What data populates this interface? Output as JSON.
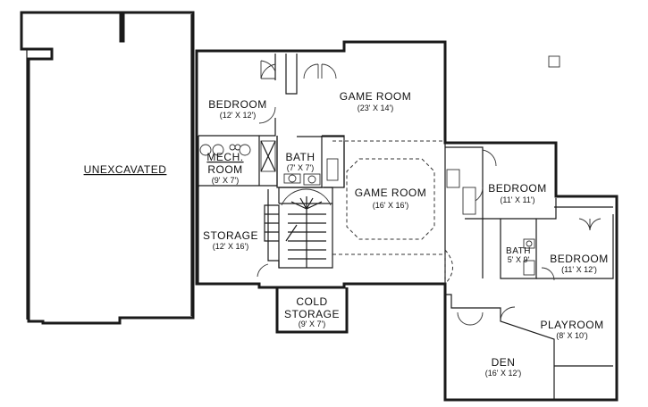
{
  "rooms": [
    {
      "name": "UNEXCAVATED",
      "dim": ""
    },
    {
      "name": "BEDROOM",
      "dim": "(12' X 12')"
    },
    {
      "name": "GAME ROOM",
      "dim": "(23' X 14')"
    },
    {
      "name": "MECH.",
      "name2": "ROOM",
      "dim": "(9' X 7')"
    },
    {
      "name": "BATH",
      "dim": "(7' X 7')"
    },
    {
      "name": "GAME ROOM",
      "dim": "(16' X 16')"
    },
    {
      "name": "BEDROOM",
      "dim": "(11' X 11')"
    },
    {
      "name": "STORAGE",
      "dim": "(12' X 16')"
    },
    {
      "name": "BATH",
      "dim": "5' X 9'"
    },
    {
      "name": "BEDROOM",
      "dim": "(11' X 12')"
    },
    {
      "name": "COLD",
      "name2": "STORAGE",
      "dim": "(9' X 7')"
    },
    {
      "name": "PLAYROOM",
      "dim": "(8' X 10')"
    },
    {
      "name": "DEN",
      "dim": "(16' X 12')"
    }
  ]
}
